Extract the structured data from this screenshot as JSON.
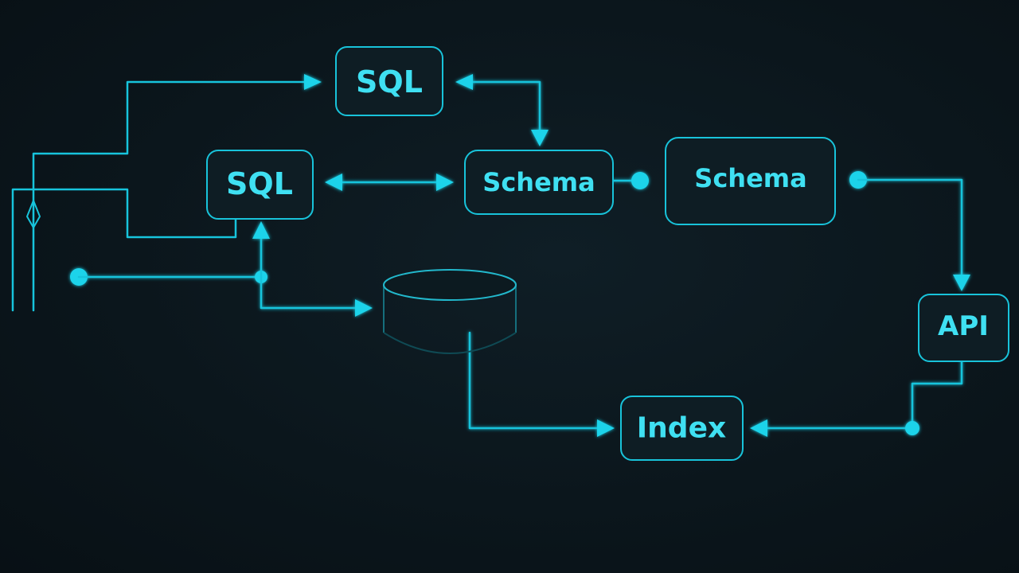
{
  "colors": {
    "accent": "#1fd3ea",
    "label": "#3fe0f2",
    "background": "#0b141a"
  },
  "nodes": {
    "sql_top": "SQL",
    "sql_mid": "SQL",
    "schema_left": "Schema",
    "schema_right": "Schema",
    "api": "API",
    "index": "Index"
  },
  "icons": {
    "database": "database-cylinder-icon",
    "left_glyph": "compass-needle-icon"
  }
}
